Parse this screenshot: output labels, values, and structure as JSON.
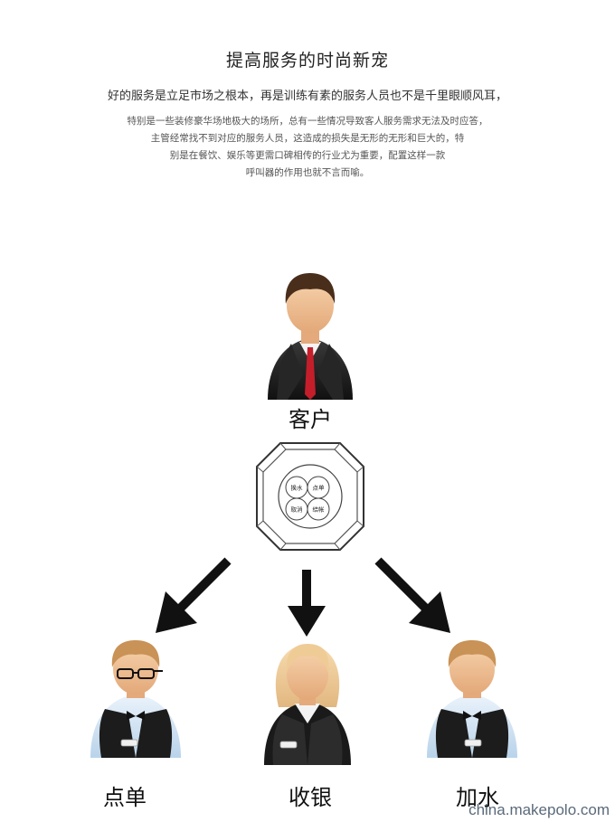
{
  "header": {
    "title": "提高服务的时尚新宠",
    "lead": "好的服务是立足市场之根本，再是训练有素的服务人员也不是千里眼顺风耳，",
    "desc_lines": [
      "特别是一些装修豪华场地极大的场所，总有一些情况导致客人服务需求无法及时应答，",
      "主管经常找不到对应的服务人员，这造成的损失是无形的无形和巨大的，特",
      "别是在餐饮、娱乐等更需口碑相传的行业尤为重要，配置这样一款",
      "呼叫器的作用也就不言而喻。"
    ]
  },
  "diagram": {
    "customer_label": "客户",
    "device_buttons": [
      "换水",
      "点单",
      "取消",
      "结帐"
    ],
    "targets": [
      "点单",
      "收银",
      "加水"
    ]
  },
  "watermark": "china.makepolo.com"
}
